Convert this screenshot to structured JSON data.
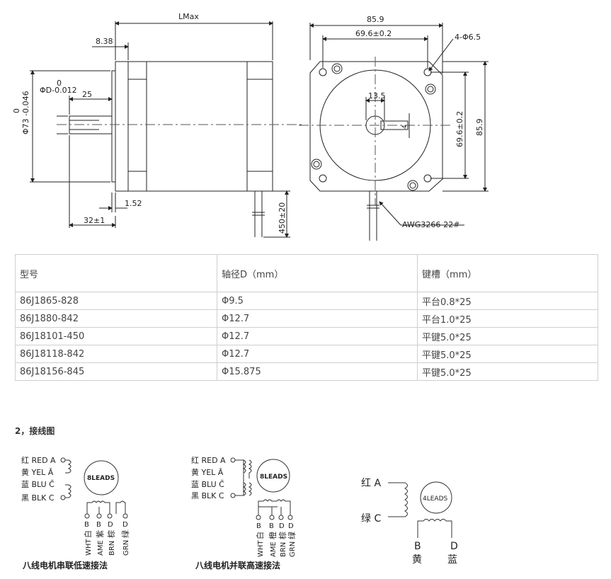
{
  "drawing": {
    "side_view": {
      "lmax": "LMax",
      "d_838": "8.38",
      "shaft_tol_top": "0",
      "shaft_dia": "ΦD-0.012",
      "d_25": "25",
      "flange_tol_top": "0",
      "flange_dia": "Φ73 -0.046",
      "d_152": "1.52",
      "d_32": "32±1",
      "lead_len": "450±20"
    },
    "front_view": {
      "width": "85.9",
      "hole_pitch_h": "69.6±0.2",
      "holes": "4-Φ6.5",
      "d_135": "13.5",
      "key_4": "4",
      "hole_pitch_v": "69.6±0.2",
      "height": "85.9",
      "wire": "AWG3266-22#"
    }
  },
  "spec_table": {
    "header": [
      "型号",
      "轴径D（mm）",
      "键槽（mm）"
    ],
    "rows": [
      [
        "86J1865-828",
        "Φ9.5",
        "平台0.8*25"
      ],
      [
        "86J1880-842",
        "Φ12.7",
        "平台1.0*25"
      ],
      [
        "86J18101-450",
        "Φ12.7",
        "平键5.0*25"
      ],
      [
        "86J18118-842",
        "Φ12.7",
        "平键5.0*25"
      ],
      [
        "86J18156-845",
        "Φ15.875",
        "平键5.0*25"
      ]
    ]
  },
  "section_title": "2，接线图",
  "wiring": {
    "series": {
      "leads_label": "8LEADS",
      "left_leads": [
        "红 RED  A",
        "黄 YEL  Ā",
        "蓝 BLU  C̄",
        "黑 BLK  C"
      ],
      "bottom_letters": [
        "B",
        "B",
        "D",
        "D"
      ],
      "bottom_cn": [
        "白",
        "紫",
        "棕",
        "绿"
      ],
      "bottom_en": [
        "WHT",
        "AME",
        "BRN",
        "GRN"
      ],
      "caption": "八线电机串联低速接法"
    },
    "parallel": {
      "leads_label": "8LEADS",
      "left_leads": [
        "红 RED  A",
        "黄 YEL  Ā",
        "蓝 BLU  C̄",
        "黑 BLK  C"
      ],
      "bottom_letters": [
        "B",
        "B",
        "D",
        "D"
      ],
      "bottom_cn": [
        "白",
        "橙",
        "棕",
        "绿"
      ],
      "bottom_en": [
        "WHT",
        "AME",
        "BRN",
        "GRN"
      ],
      "caption": "八线电机并联高速接法"
    },
    "four": {
      "leads_label": "4LEADS",
      "left_a": "红  A",
      "left_c": "绿  C",
      "b_letter": "B",
      "b_cn": "黄",
      "d_letter": "D",
      "d_cn": "蓝"
    }
  }
}
